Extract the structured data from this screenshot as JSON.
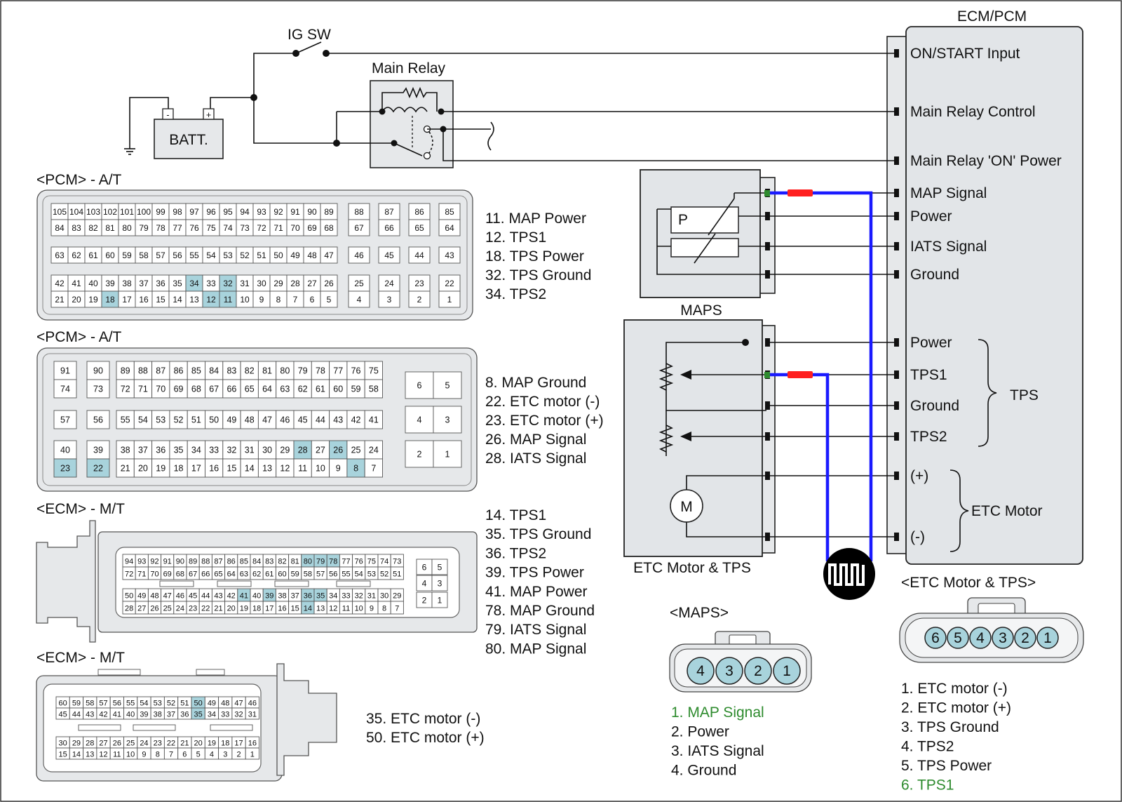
{
  "title": "ECM/PCM",
  "ecm_pins": [
    "ON/START Input",
    "Main Relay Control",
    "Main Relay 'ON' Power",
    "MAP Signal",
    "Power",
    "IATS Signal",
    "Ground",
    "Power",
    "TPS1",
    "Ground",
    "TPS2",
    "(+)",
    "(-)"
  ],
  "group_tps": "TPS",
  "group_etc": "ETC Motor",
  "ig_sw": "IG SW",
  "main_relay": "Main Relay",
  "batt": "BATT.",
  "batt_minus": "-",
  "batt_plus": "+",
  "maps_label": "MAPS",
  "maps_p": "P",
  "etc_label": "ETC Motor & TPS",
  "motor_m": "M",
  "pcm1": {
    "title": "<PCM> - A/T",
    "legend": [
      "11. MAP Power",
      "12. TPS1",
      "18. TPS Power",
      "32. TPS Ground",
      "34. TPS2"
    ]
  },
  "pcm2": {
    "title": "<PCM> - A/T",
    "legend": [
      "8. MAP Ground",
      "22. ETC motor (-)",
      "23. ETC motor (+)",
      "26. MAP Signal",
      "28. IATS Signal"
    ]
  },
  "ecm1": {
    "title": "<ECM> - M/T",
    "legend": [
      "14. TPS1",
      "35. TPS Ground",
      "36. TPS2",
      "39. TPS Power",
      "41. MAP Power",
      "78. MAP Ground",
      "79. IATS Signal",
      "80. MAP Signal"
    ]
  },
  "ecm2": {
    "title": "<ECM> - M/T",
    "legend": [
      "35. ETC motor (-)",
      "50. ETC motor (+)"
    ]
  },
  "maps_conn": {
    "title": "<MAPS>",
    "pins": [
      "4",
      "3",
      "2",
      "1"
    ],
    "legend": [
      "1. MAP Signal",
      "2. Power",
      "3. IATS Signal",
      "4. Ground"
    ]
  },
  "etc_conn": {
    "title": "<ETC Motor & TPS>",
    "pins": [
      "6",
      "5",
      "4",
      "3",
      "2",
      "1"
    ],
    "legend": [
      "1. ETC motor (-)",
      "2. ETC motor (+)",
      "3. TPS Ground",
      "4. TPS2",
      "5. TPS Power",
      "6. TPS1"
    ]
  },
  "colors": {
    "wire_signal": "#1a1aff",
    "probe_red": "#ff2020",
    "highlight": "#a8d3dc",
    "green_text": "#2e8b2e"
  }
}
